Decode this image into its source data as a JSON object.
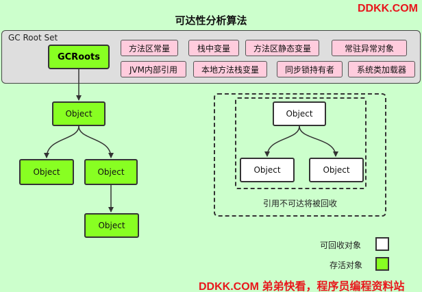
{
  "title": "可达性分析算法",
  "brand_top": "DDKK.COM",
  "brand_bottom": "DDKK.COM 弟弟快看，程序员编程资料站",
  "root_set": {
    "label": "GC Root Set",
    "gcroots": "GCRoots",
    "tags": [
      "方法区常量",
      "栈中变量",
      "方法区静态变量",
      "常驻异常对象",
      "JVM内部引用",
      "本地方法栈变量",
      "同步锁持有者",
      "系统类加载器"
    ]
  },
  "reachable": {
    "nodes": [
      "Object",
      "Object",
      "Object",
      "Object"
    ]
  },
  "unreachable": {
    "nodes": [
      "Object",
      "Object",
      "Object"
    ],
    "caption": "引用不可达将被回收"
  },
  "legend": {
    "collectable": "可回收对象",
    "alive": "存活对象"
  },
  "colors": {
    "background": "#ccffcc",
    "alive_fill": "#88ff22",
    "tag_fill": "#ffccdd",
    "root_set_fill": "#dedede",
    "brand": "#e8161b"
  }
}
